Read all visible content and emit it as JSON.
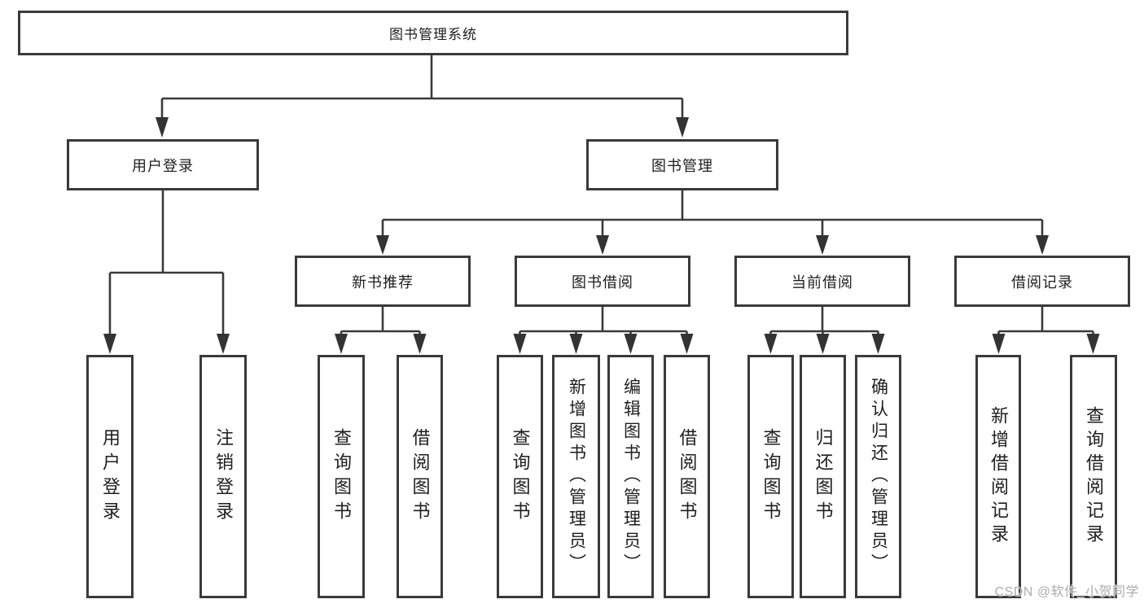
{
  "diagram": {
    "type": "hierarchy-diagram",
    "root": {
      "label": "图书管理系统"
    },
    "level2": {
      "user_login": {
        "label": "用户登录"
      },
      "book_management": {
        "label": "图书管理"
      }
    },
    "level3": {
      "new_book_recommend": {
        "label": "新书推荐"
      },
      "book_borrow": {
        "label": "图书借阅"
      },
      "current_borrow": {
        "label": "当前借阅"
      },
      "borrow_records": {
        "label": "借阅记录"
      }
    },
    "leaves": {
      "user_login": {
        "label": "用户登录"
      },
      "logout": {
        "label": "注销登录"
      },
      "recommend_query_book": {
        "label": "查询图书"
      },
      "recommend_borrow_book": {
        "label": "借阅图书"
      },
      "borrow_query_book": {
        "label": "查询图书"
      },
      "add_book_admin": {
        "label": "新增图书（管理员）"
      },
      "edit_book_admin": {
        "label": "编辑图书（管理员）"
      },
      "borrow_borrow_book": {
        "label": "借阅图书"
      },
      "current_query_book": {
        "label": "查询图书"
      },
      "return_book": {
        "label": "归还图书"
      },
      "confirm_return_admin": {
        "label": "确认归还（管理员）"
      },
      "add_borrow_record": {
        "label": "新增借阅记录"
      },
      "query_borrow_record": {
        "label": "查询借阅记录"
      }
    },
    "watermark": "CSDN @软件_小贺同学",
    "colors": {
      "line": "#3a3a3a",
      "text": "#1e1e1e",
      "background": "#ffffff",
      "watermark": "#a8a8aa"
    }
  }
}
